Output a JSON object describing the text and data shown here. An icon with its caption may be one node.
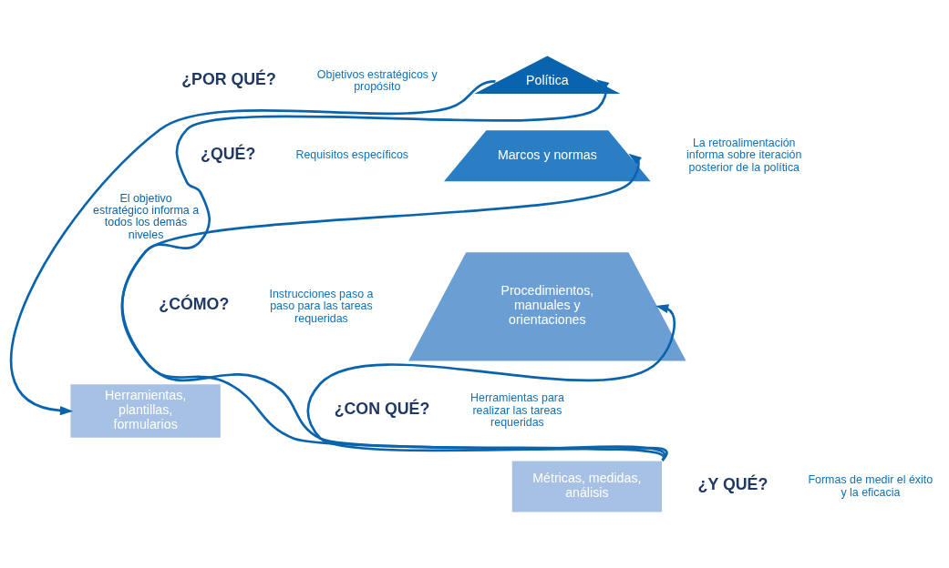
{
  "diagram": {
    "nodes": [
      {
        "text": [
          "Política"
        ]
      },
      {
        "text": [
          "Marcos y normas"
        ]
      },
      {
        "text": [
          "Procedimientos, manuales y orientaciones"
        ]
      },
      {
        "text": [
          "Herramientas, plantillas, formularios"
        ]
      },
      {
        "text": [
          "Métricas, medidas, análisis"
        ]
      }
    ],
    "edges": [
      {
        "from": 0,
        "to": 3,
        "arrow": "to",
        "label": "El objetivo estratégico informa a todos los demás niveles"
      },
      {
        "from": 4,
        "to": 0,
        "arrow": "to"
      },
      {
        "from": 4,
        "to": 1,
        "arrow": "to"
      },
      {
        "from": 4,
        "to": 2,
        "arrow": "to"
      }
    ],
    "labels": [
      "¿POR QUÉ?",
      "Objetivos estratégicos y propósito",
      "¿QUÉ?",
      "Requisitos específicos",
      "¿CÓMO?",
      "Instrucciones paso a paso para las tareas requeridas",
      "¿CON QUÉ?",
      "Herramientas para realizar las tareas requeridas",
      "¿Y QUÉ?",
      "Formas de medir el éxito y la eficacia",
      "La retroalimentación informa sobre iteración posterior de la política"
    ]
  }
}
